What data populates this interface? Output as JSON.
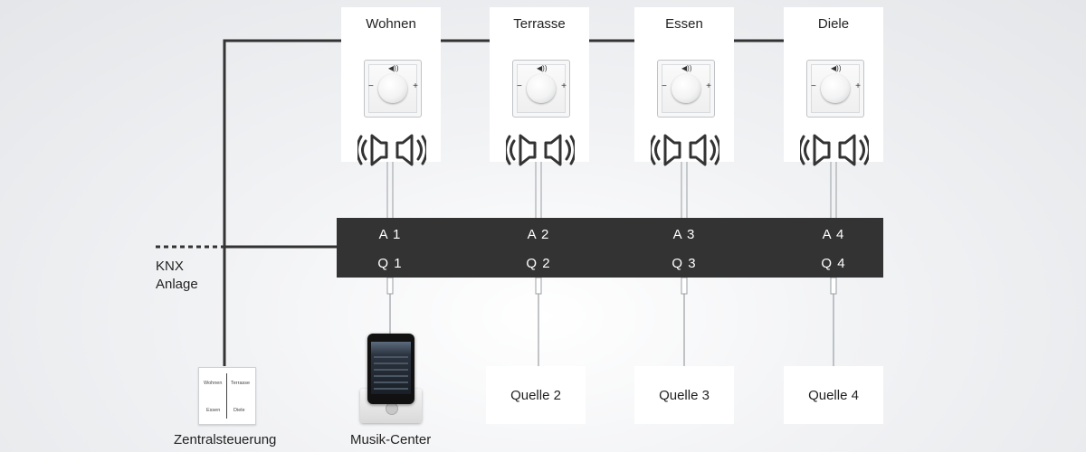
{
  "rooms": [
    {
      "name": "Wohnen"
    },
    {
      "name": "Terrasse"
    },
    {
      "name": "Essen"
    },
    {
      "name": "Diele"
    }
  ],
  "amplifier": {
    "outputs": [
      "A 1",
      "A 2",
      "A 3",
      "A 4"
    ],
    "inputs": [
      "Q 1",
      "Q 2",
      "Q 3",
      "Q 4"
    ]
  },
  "knob": {
    "minus": "−",
    "plus": "+",
    "speaker_symbol": "◀))"
  },
  "sources": [
    {
      "label": "Quelle 2"
    },
    {
      "label": "Quelle 3"
    },
    {
      "label": "Quelle 4"
    }
  ],
  "knx": {
    "line1": "KNX",
    "line2": "Anlage"
  },
  "captions": {
    "central_control": "Zentralsteuerung",
    "music_center": "Musik-Center"
  },
  "switch_labels": {
    "top_left": "Wohnen",
    "top_right": "Terrasse",
    "bottom_left": "Essen",
    "bottom_right": "Diele"
  },
  "colors": {
    "bus_line": "#333333",
    "amplifier": "#333334",
    "card": "#ffffff"
  }
}
